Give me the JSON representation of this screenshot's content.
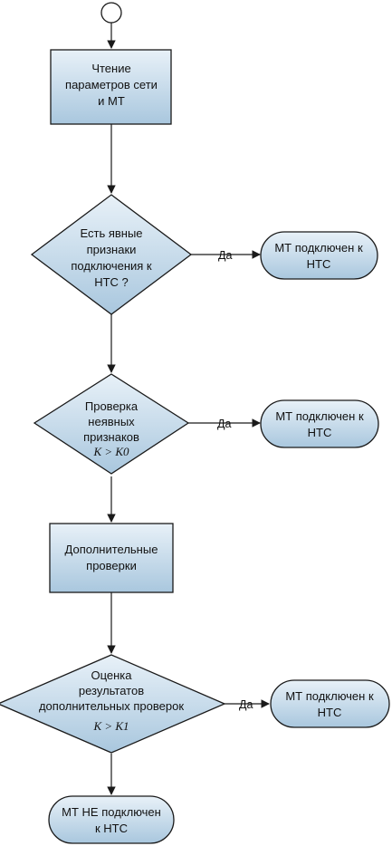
{
  "colors": {
    "fill_top": "#e8f1f8",
    "fill_bottom": "#a9c7de",
    "stroke": "#1a1a1a"
  },
  "nodes": {
    "read_params": [
      "Чтение",
      "параметров сети",
      "и МТ"
    ],
    "explicit_check": [
      "Есть явные",
      "признаки",
      "подключения к",
      "НТС ?"
    ],
    "explicit_result": [
      "МТ подключен к",
      "НТС"
    ],
    "implicit_check": [
      "Проверка",
      "неявных",
      "признаков"
    ],
    "implicit_condition": "K > K0",
    "implicit_result": [
      "МТ подключен к",
      "НТС"
    ],
    "extra_checks": [
      "Дополнительные",
      "проверки"
    ],
    "evaluate": [
      "Оценка",
      "результатов",
      "дополнительных проверок"
    ],
    "evaluate_condition": "K > K1",
    "evaluate_result": [
      "МТ подключен к",
      "НТС"
    ],
    "final_result": [
      "МТ НЕ подключен",
      "к НТС"
    ]
  },
  "edges": {
    "yes_label_1": "Да",
    "yes_label_2": "Да",
    "yes_label_3": "Да"
  }
}
